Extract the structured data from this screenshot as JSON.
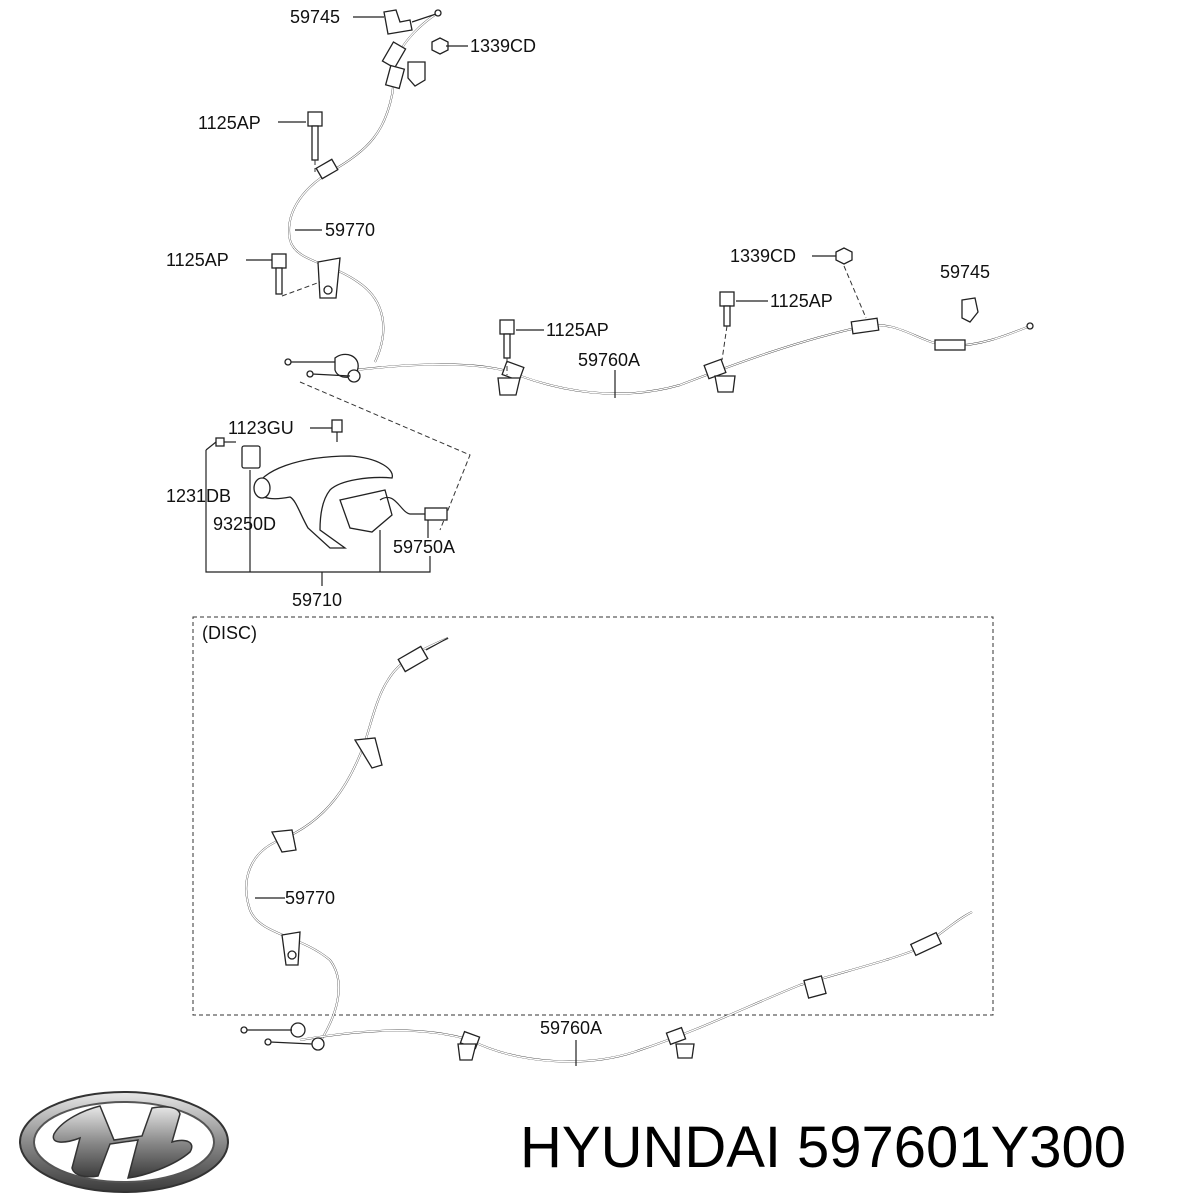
{
  "labels": {
    "top_59745": "59745",
    "top_1339CD": "1339CD",
    "ap_1": "1125AP",
    "upper_59770": "59770",
    "ap_2": "1125AP",
    "mid_1339CD": "1339CD",
    "right_59745": "59745",
    "ap_3": "1125AP",
    "ap_4": "1125AP",
    "upper_59760A": "59760A",
    "gu_1123": "1123GU",
    "db_1231": "1231DB",
    "d_93250": "93250D",
    "a_59750": "59750A",
    "lever_59710": "59710",
    "disc_box": "(DISC)",
    "lower_59770": "59770",
    "lower_59760A": "59760A"
  },
  "brand": {
    "name": "HYUNDAI",
    "part_number": "597601Y300"
  }
}
